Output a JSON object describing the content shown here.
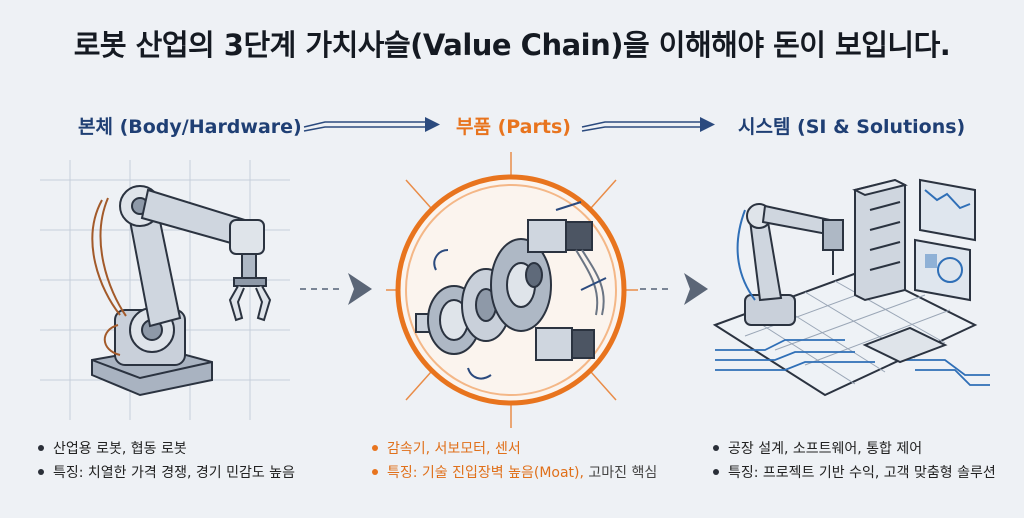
{
  "title": "로봇 산업의 3단계 가치사슬(Value Chain)을 이해해야 돈이 보입니다.",
  "stages": [
    {
      "header": "본체 (Body/Hardware)",
      "bullets": [
        "산업용 로봇, 협동 로봇",
        "특징: 치열한 가격 경쟁, 경기 민감도 높음"
      ]
    },
    {
      "header": "부품 (Parts)",
      "bullets": [
        "감속기, 서보모터, 센서",
        "특징: 기술 진입장벽 높음(Moat), 고마진 핵심"
      ],
      "bullet2_parts": [
        "특징: 기술 진입장벽 높음(Moat), ",
        "고마진 핵심"
      ]
    },
    {
      "header": "시스템 (SI & Solutions)",
      "bullets": [
        "공장 설계, 소프트웨어, 통합 제어",
        "특징: 프로젝트 기반 수익, 고객 맞춤형 솔루션"
      ]
    }
  ],
  "colors": {
    "navy": "#1f3f74",
    "orange": "#e8741e",
    "steel": "#8a96a6",
    "background": "#eef1f5"
  },
  "icons": [
    "robot-arm-illustration",
    "gear-parts-illustration",
    "factory-system-illustration",
    "arrow-right-icon"
  ]
}
